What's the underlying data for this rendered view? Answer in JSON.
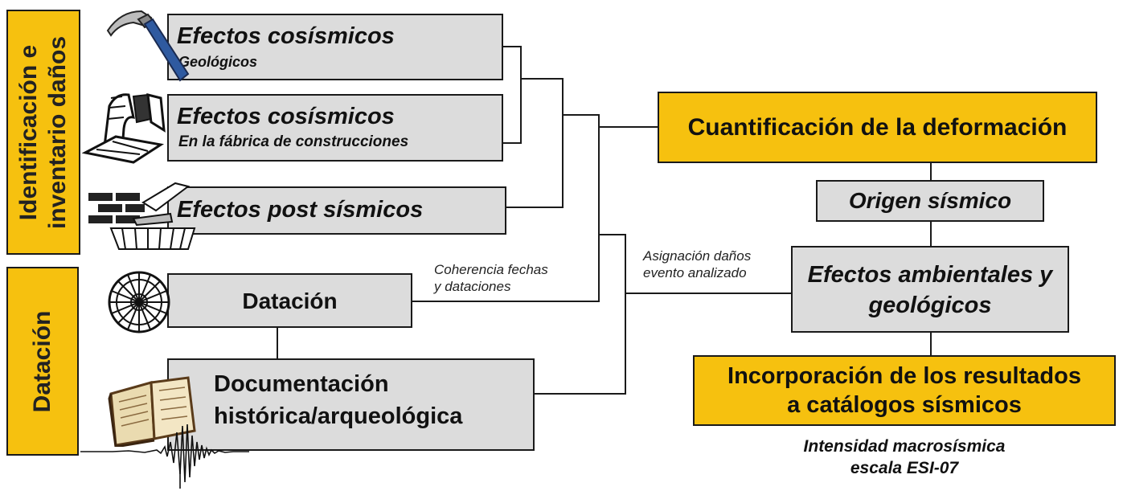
{
  "side_labels": {
    "identificacion": [
      "Identificación e",
      "inventario  daños"
    ],
    "datacion": "Datación"
  },
  "boxes": {
    "efectos_geologicos": {
      "title": "Efectos cosísmicos",
      "subtitle": "Geológicos"
    },
    "efectos_fabrica": {
      "title": "Efectos cosísmicos",
      "subtitle": "En la fábrica de construcciones"
    },
    "efectos_post": {
      "title": "Efectos post sísmicos"
    },
    "datacion": {
      "title": "Datación"
    },
    "documentacion": {
      "line1": "Documentación",
      "line2": "histórica/arqueológica"
    },
    "cuantificacion": {
      "title": "Cuantificación de la deformación"
    },
    "origen": {
      "title": "Origen sísmico"
    },
    "efectos_ambientales": {
      "line1": "Efectos ambientales y",
      "line2": "geológicos"
    },
    "incorporacion": {
      "line1": "Incorporación de los resultados",
      "line2": "a catálogos sísmicos"
    }
  },
  "notes": {
    "coherencia": [
      "Coherencia fechas",
      "y dataciones"
    ],
    "asignacion": [
      "Asignación daños",
      "evento analizado"
    ],
    "intensidad": [
      "Intensidad macrosísmica",
      "escala ESI-07"
    ]
  },
  "icons": [
    "hammer-icon",
    "arch-icon",
    "bricks-trowel-icon",
    "rosette-window-icon",
    "open-book-icon",
    "seismogram-icon"
  ],
  "colors": {
    "gold": "#f6c10f",
    "grey": "#dcdcdc",
    "line": "#1a1a1a"
  }
}
